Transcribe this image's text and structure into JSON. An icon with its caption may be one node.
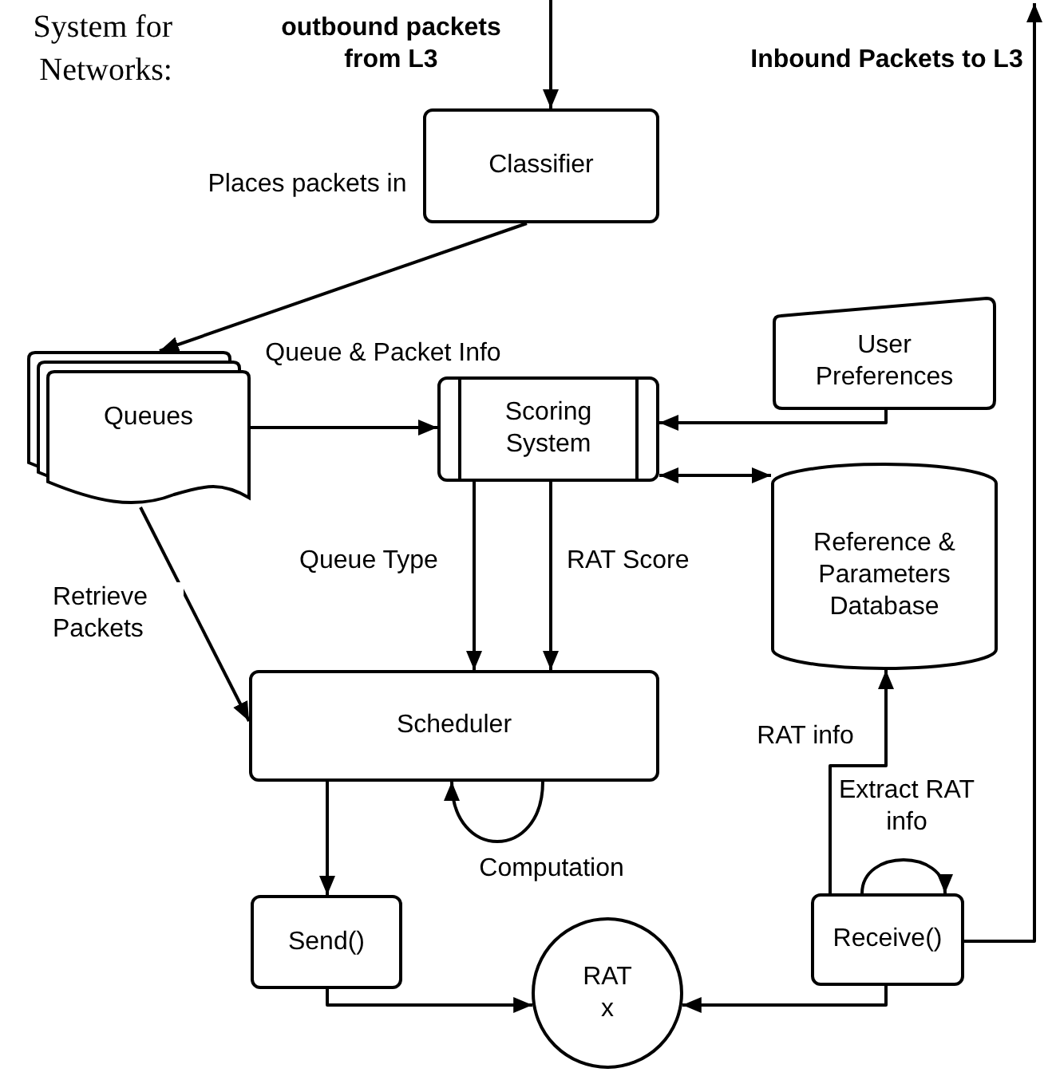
{
  "diagram": {
    "nodes": [
      {
        "text": [
          "Classifier"
        ]
      },
      {
        "text": [
          "Queues"
        ]
      },
      {
        "text": [
          "Scoring System"
        ]
      },
      {
        "text": [
          "User Preferences"
        ]
      },
      {
        "text": [
          "Reference & Parameters Database"
        ]
      },
      {
        "text": [
          "Scheduler"
        ]
      },
      {
        "text": [
          "Send()"
        ]
      },
      {
        "text": [
          "RAT x"
        ]
      },
      {
        "text": [
          "Receive()"
        ]
      }
    ],
    "edges": [
      {
        "from": null,
        "to": 0,
        "arrow": "to",
        "label": "outbound packets from L3"
      },
      {
        "from": 0,
        "to": 1,
        "arrow": "to",
        "label": "Places packets in"
      },
      {
        "from": 1,
        "to": 2,
        "arrow": "to",
        "label": "Queue & Packet Info"
      },
      {
        "from": 3,
        "to": 2,
        "arrow": "to"
      },
      {
        "from": 2,
        "to": 4,
        "arrow": "both"
      },
      {
        "from": 2,
        "to": 5,
        "arrow": "to",
        "label": "Queue Type"
      },
      {
        "from": 2,
        "to": 5,
        "arrow": "to",
        "label": "RAT Score"
      },
      {
        "from": 1,
        "to": 5,
        "arrow": "to",
        "label": "Retrieve Packets"
      },
      {
        "from": 5,
        "to": 5,
        "arrow": "to",
        "label": "Computation"
      },
      {
        "from": 5,
        "to": 6,
        "arrow": "to"
      },
      {
        "from": 6,
        "to": 7,
        "arrow": "to"
      },
      {
        "from": 8,
        "to": 7,
        "arrow": "to"
      },
      {
        "from": 8,
        "to": 4,
        "arrow": "to",
        "label": "RAT info"
      },
      {
        "from": 8,
        "to": 8,
        "arrow": "to",
        "label": "Extract RAT info"
      },
      {
        "from": 8,
        "to": null,
        "arrow": "to",
        "label": "Inbound Packets to L3"
      }
    ],
    "labels": [
      "System for Networks:"
    ]
  }
}
